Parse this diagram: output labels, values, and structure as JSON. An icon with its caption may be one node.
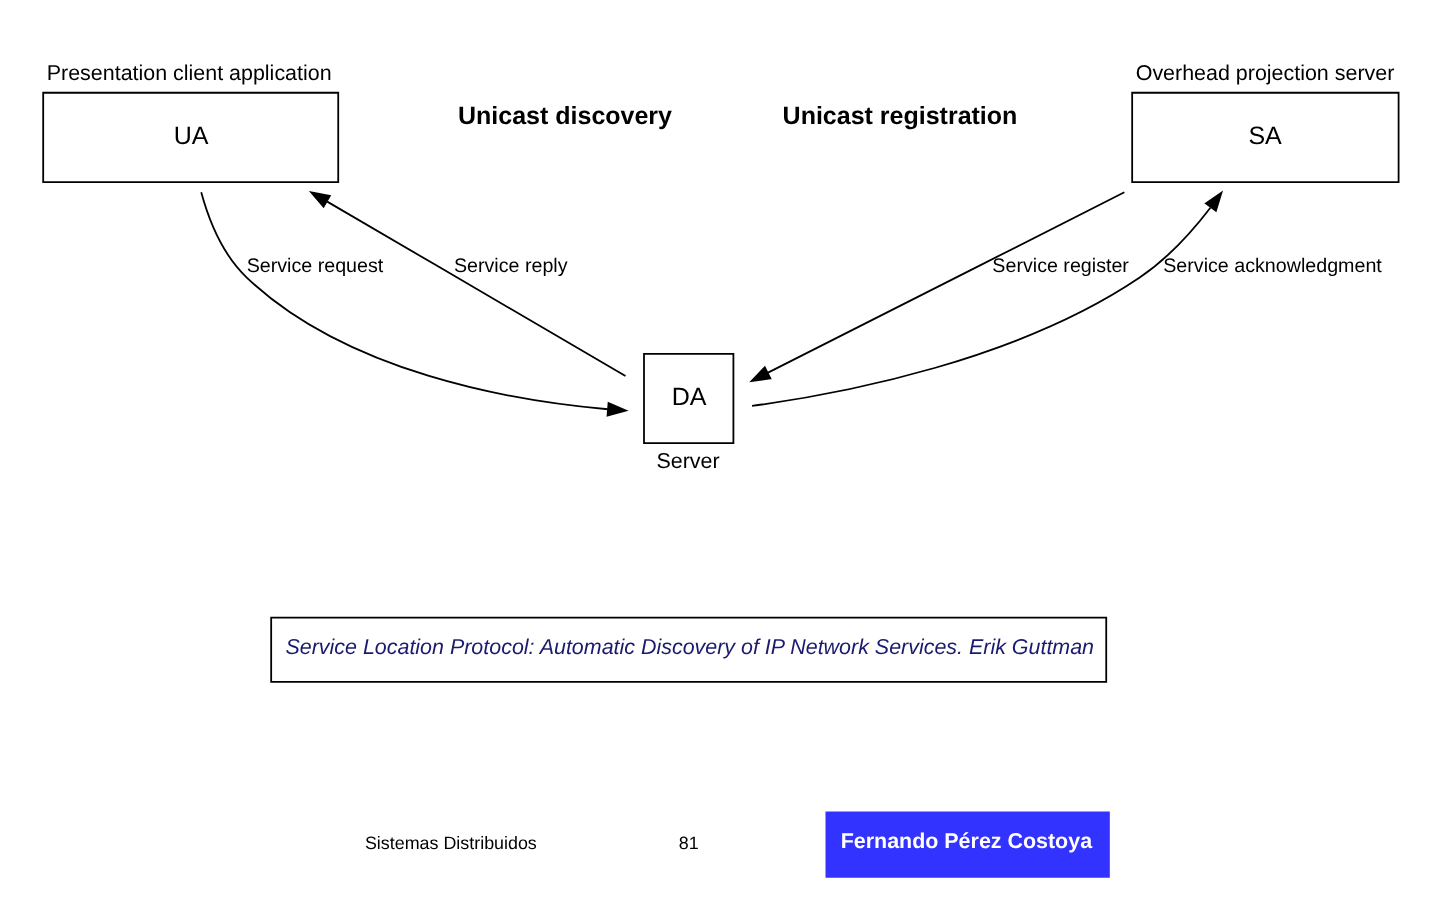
{
  "diagram": {
    "nodes": [
      {
        "text": [
          "UA"
        ],
        "beside": [
          "Presentation client application"
        ]
      },
      {
        "text": [
          "SA"
        ],
        "beside": [
          "Overhead projection server"
        ]
      },
      {
        "text": [
          "DA"
        ],
        "beside": [
          "Server"
        ]
      }
    ],
    "edges": [
      {
        "from": 0,
        "to": 2,
        "arrow": "to",
        "label": "Service request"
      },
      {
        "from": 2,
        "to": 0,
        "arrow": "to",
        "label": "Service reply"
      },
      {
        "from": 1,
        "to": 2,
        "arrow": "to",
        "label": "Service register"
      },
      {
        "from": 2,
        "to": 1,
        "arrow": "to",
        "label": "Service acknowledgment"
      }
    ],
    "labels": [
      "Unicast discovery",
      "Unicast registration",
      "Service Location Protocol: Automatic Discovery of IP Network Services. Erik Guttman",
      "Sistemas Distribuidos",
      "81",
      "Fernando Pérez Costoya"
    ]
  }
}
